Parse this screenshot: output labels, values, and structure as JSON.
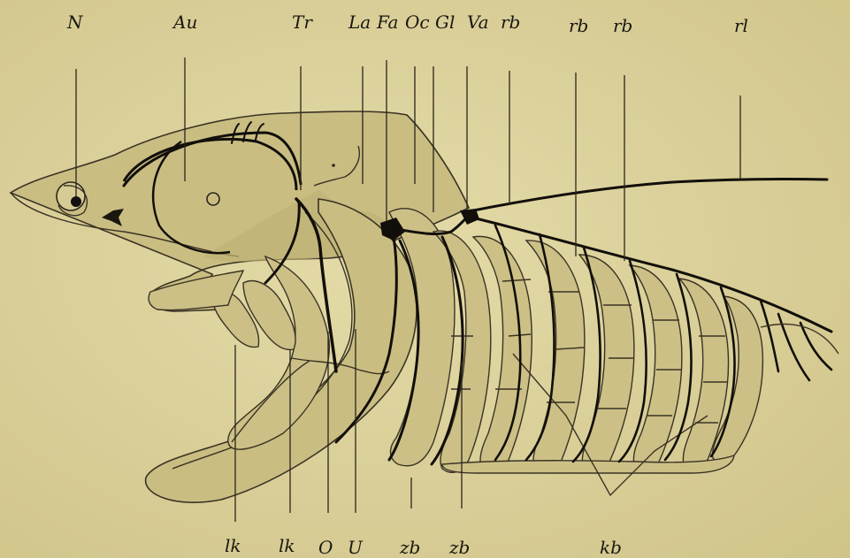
{
  "labels_top": [
    {
      "key": "N",
      "text": "N"
    },
    {
      "key": "Au",
      "text": "Au"
    },
    {
      "key": "Tr",
      "text": "Tr"
    },
    {
      "key": "La",
      "text": "La"
    },
    {
      "key": "Fa",
      "text": "Fa"
    },
    {
      "key": "Oc",
      "text": "Oc"
    },
    {
      "key": "Gl",
      "text": "Gl"
    },
    {
      "key": "Va",
      "text": "Va"
    },
    {
      "key": "rb1",
      "text": "rb"
    },
    {
      "key": "rb2",
      "text": "rb"
    },
    {
      "key": "rb3",
      "text": "rb"
    },
    {
      "key": "rl",
      "text": "rl"
    }
  ],
  "labels_bottom": [
    {
      "key": "lk1",
      "text": "lk"
    },
    {
      "key": "lk2",
      "text": "lk"
    },
    {
      "key": "O",
      "text": "O"
    },
    {
      "key": "U",
      "text": "U"
    },
    {
      "key": "zb1",
      "text": "zb"
    },
    {
      "key": "zb2",
      "text": "zb"
    },
    {
      "key": "kb",
      "text": "kb"
    }
  ]
}
